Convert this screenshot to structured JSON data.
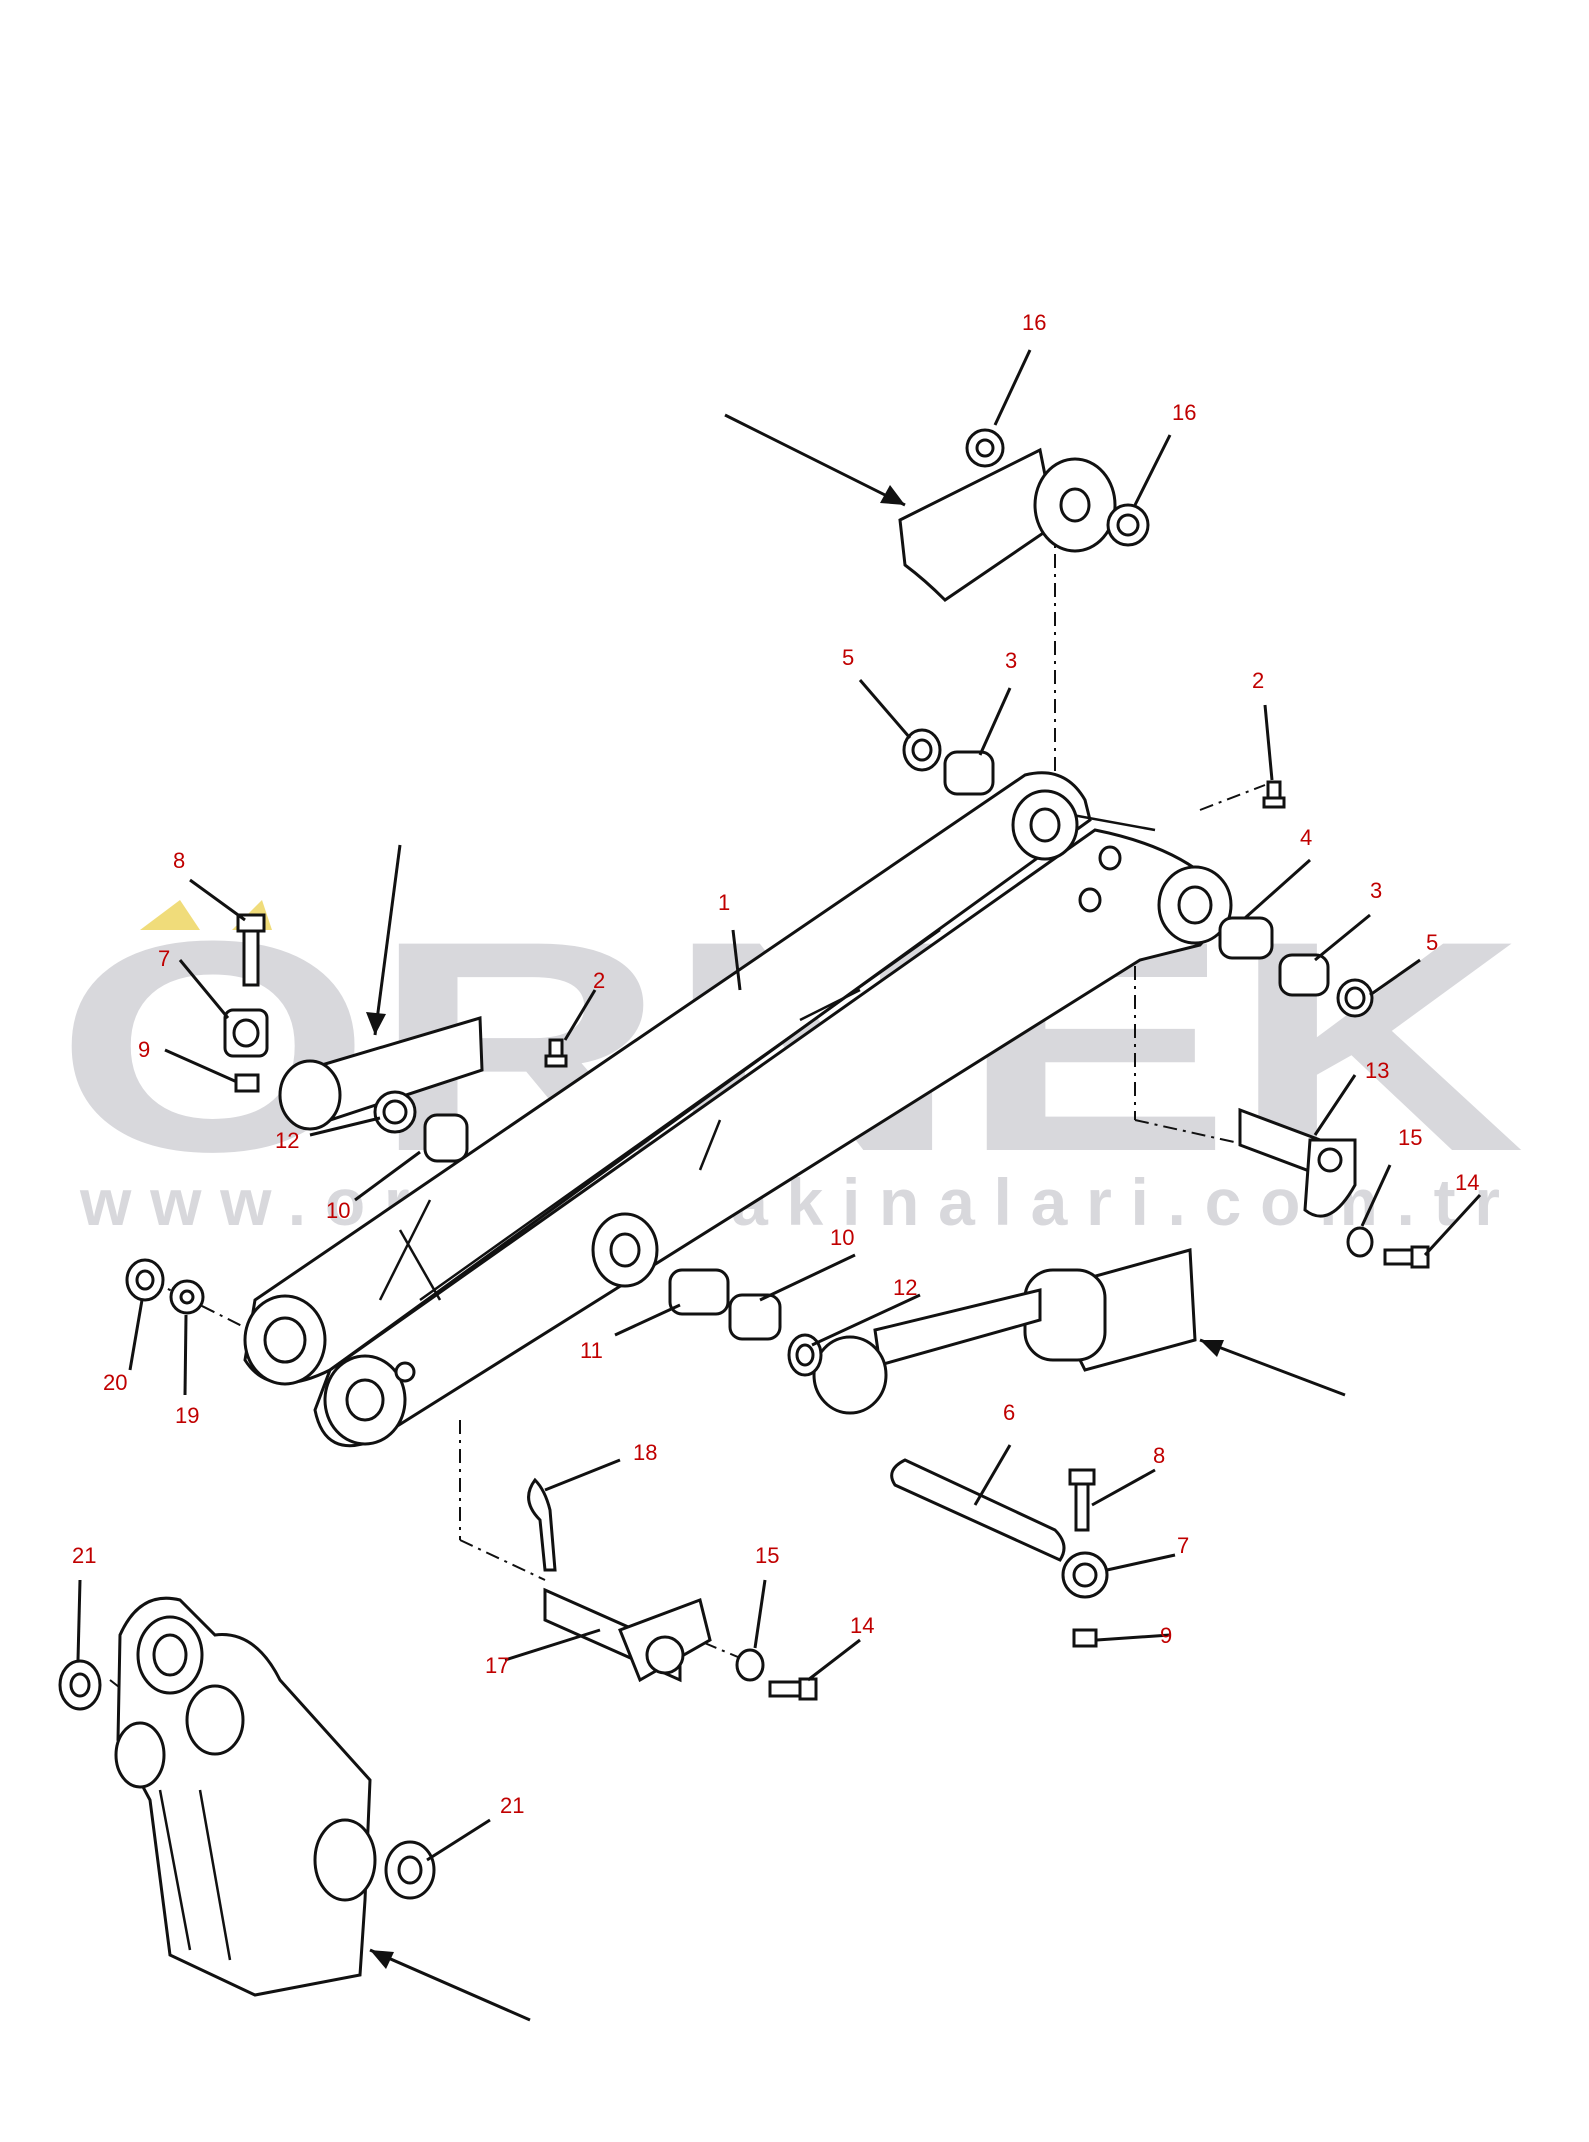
{
  "watermark": {
    "logo_text": "ORNEK",
    "url_text": "www.orneksmakinalari.com.tr",
    "color": "#d8d8dc",
    "accent_color": "#f0dc7a"
  },
  "callout_color": "#c00000",
  "callouts": {
    "c1": "1",
    "c2a": "2",
    "c2b": "2",
    "c3a": "3",
    "c3b": "3",
    "c4": "4",
    "c5a": "5",
    "c5b": "5",
    "c6": "6",
    "c7a": "7",
    "c7b": "7",
    "c8a": "8",
    "c8b": "8",
    "c9a": "9",
    "c9b": "9",
    "c10a": "10",
    "c10b": "10",
    "c11": "11",
    "c12a": "12",
    "c12b": "12",
    "c13": "13",
    "c14a": "14",
    "c14b": "14",
    "c15a": "15",
    "c15b": "15",
    "c16a": "16",
    "c16b": "16",
    "c17": "17",
    "c18": "18",
    "c19": "19",
    "c20": "20",
    "c21a": "21",
    "c21b": "21"
  }
}
